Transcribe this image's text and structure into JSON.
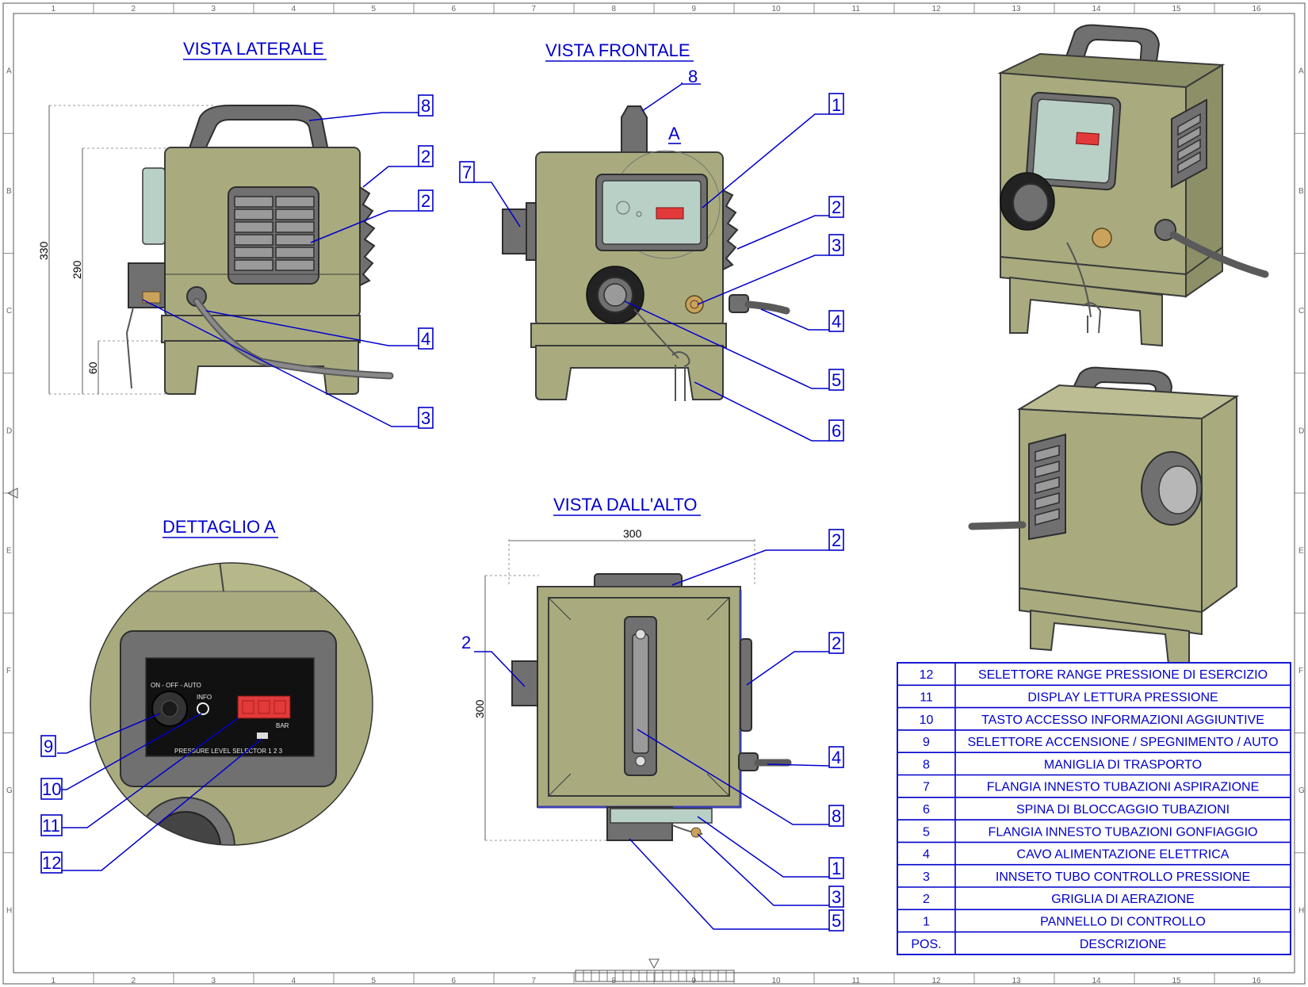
{
  "views": {
    "side": "VISTA LATERALE",
    "front": "VISTA FRONTALE",
    "detail": "DETTAGLIO A",
    "top": "VISTA DALL'ALTO",
    "detail_marker": "A"
  },
  "dimensions": {
    "overall_height": "330",
    "body_height": "290",
    "foot_height": "60",
    "top_width": "300",
    "top_depth": "300"
  },
  "panel": {
    "switch_label": "ON - OFF - AUTO",
    "info_label": "INFO",
    "unit_label": "BAR",
    "selector_label": "PRESSURE LEVEL SELECTOR  1 2 3"
  },
  "callouts": {
    "side": [
      "8",
      "2",
      "2",
      "4",
      "3"
    ],
    "front": [
      "8",
      "1",
      "7",
      "2",
      "3",
      "4",
      "5",
      "6"
    ],
    "detail": [
      "9",
      "10",
      "11",
      "12"
    ],
    "top": [
      "2",
      "2",
      "2",
      "4",
      "8",
      "1",
      "3",
      "5"
    ]
  },
  "grid": {
    "columns": [
      "1",
      "2",
      "3",
      "4",
      "5",
      "6",
      "7",
      "8",
      "9",
      "10",
      "11",
      "12",
      "13",
      "14",
      "15",
      "16"
    ],
    "rows": [
      "A",
      "B",
      "C",
      "D",
      "E",
      "F",
      "G",
      "H"
    ]
  },
  "parts_table": {
    "header": {
      "pos": "POS.",
      "desc": "DESCRIZIONE"
    },
    "rows": [
      {
        "pos": "12",
        "desc": "SELETTORE RANGE PRESSIONE DI ESERCIZIO"
      },
      {
        "pos": "11",
        "desc": "DISPLAY LETTURA PRESSIONE"
      },
      {
        "pos": "10",
        "desc": "TASTO ACCESSO INFORMAZIONI AGGIUNTIVE"
      },
      {
        "pos": "9",
        "desc": "SELETTORE ACCENSIONE / SPEGNIMENTO / AUTO"
      },
      {
        "pos": "8",
        "desc": "MANIGLIA DI TRASPORTO"
      },
      {
        "pos": "7",
        "desc": "FLANGIA INNESTO TUBAZIONI ASPIRAZIONE"
      },
      {
        "pos": "6",
        "desc": "SPINA DI BLOCCAGGIO TUBAZIONI"
      },
      {
        "pos": "5",
        "desc": "FLANGIA INNESTO TUBAZIONI GONFIAGGIO"
      },
      {
        "pos": "4",
        "desc": "CAVO ALIMENTAZIONE ELETTRICA"
      },
      {
        "pos": "3",
        "desc": "INNSETO TUBO CONTROLLO PRESSIONE"
      },
      {
        "pos": "2",
        "desc": "GRIGLIA DI AERAZIONE"
      },
      {
        "pos": "1",
        "desc": "PANNELLO DI CONTROLLO"
      }
    ]
  },
  "colors": {
    "annotation": "#0000cc",
    "body": "#a9ab7e",
    "display": "#e23a3a"
  }
}
